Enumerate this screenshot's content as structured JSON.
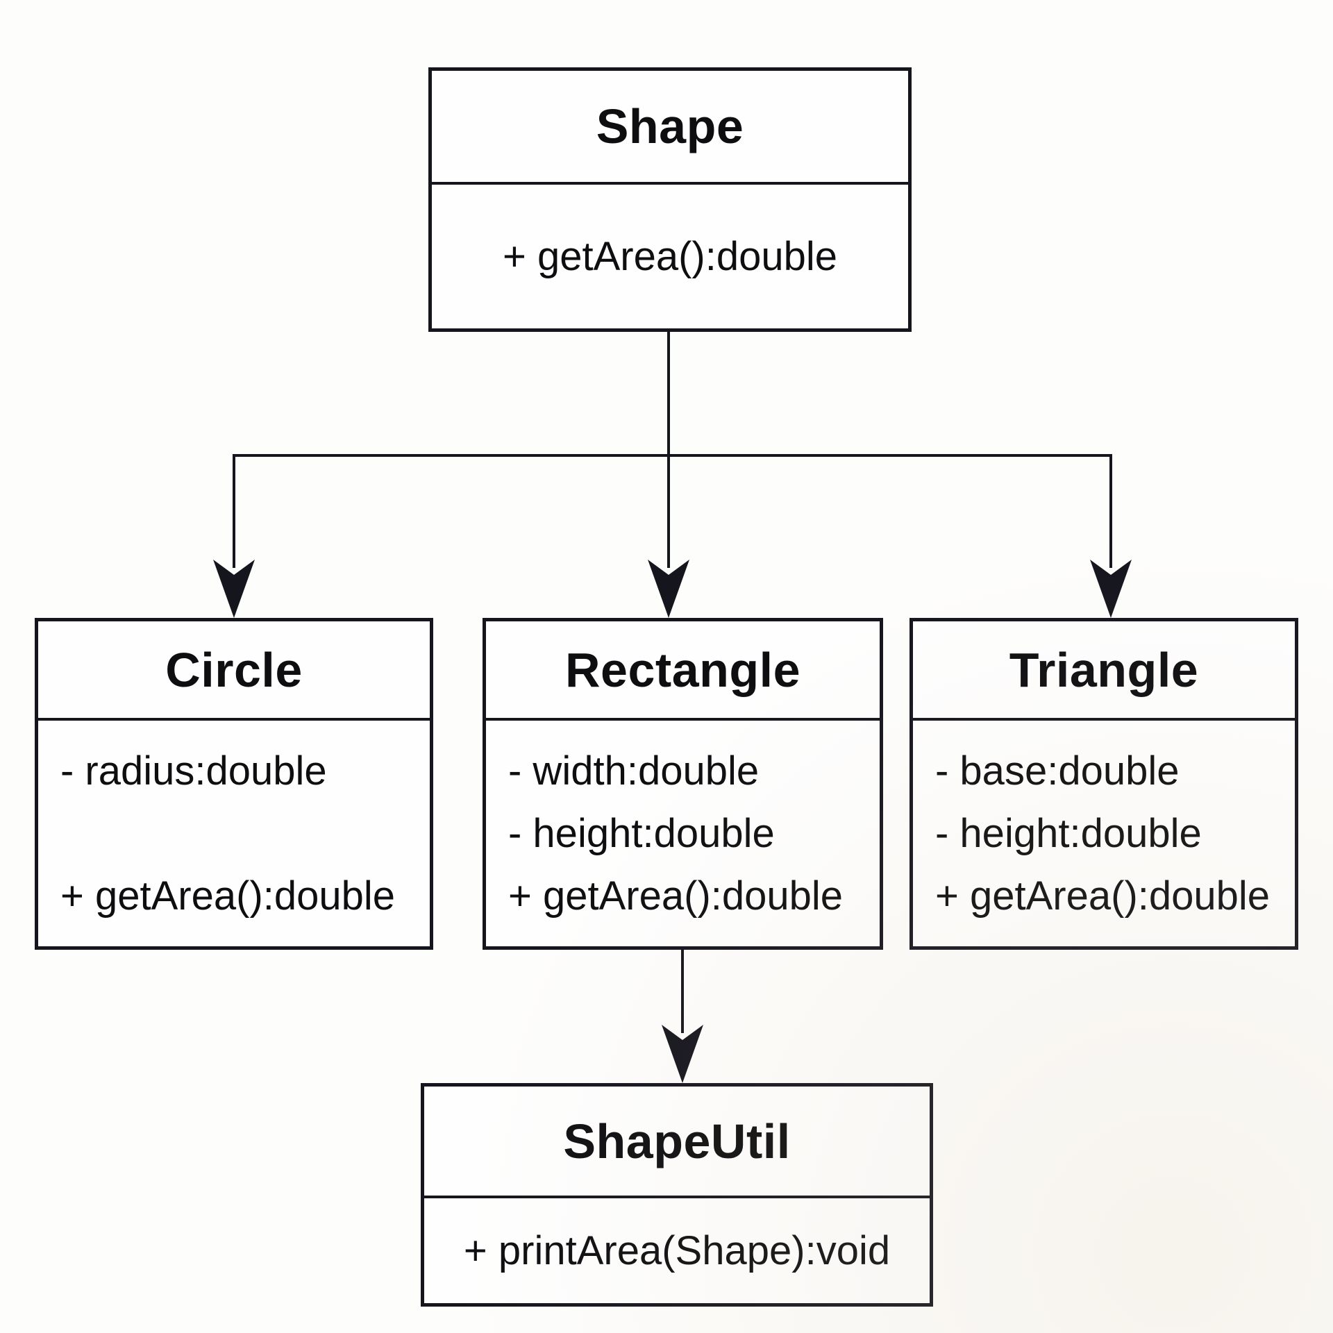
{
  "diagram": {
    "type": "uml-class-diagram",
    "classes": [
      {
        "id": "shape",
        "name": "Shape",
        "body_lines": [
          "+ getArea():double"
        ]
      },
      {
        "id": "circle",
        "name": "Circle",
        "body_lines": [
          "- radius:double",
          "",
          "+ getArea():double"
        ]
      },
      {
        "id": "rectangle",
        "name": "Rectangle",
        "body_lines": [
          "- width:double",
          "- height:double",
          "+ getArea():double"
        ]
      },
      {
        "id": "triangle",
        "name": "Triangle",
        "body_lines": [
          "- base:double",
          "- height:double",
          "+ getArea():double"
        ]
      },
      {
        "id": "shapeutil",
        "name": "ShapeUtil",
        "body_lines": [
          "+ printArea(Shape):void"
        ]
      }
    ],
    "relations": [
      {
        "from": "Shape",
        "to": "Circle"
      },
      {
        "from": "Shape",
        "to": "Rectangle"
      },
      {
        "from": "Shape",
        "to": "Triangle"
      },
      {
        "from": "Rectangle",
        "to": "ShapeUtil"
      }
    ],
    "colors": {
      "line": "#15151e",
      "text": "#0e0e11",
      "background": "#fdfdfc"
    }
  }
}
